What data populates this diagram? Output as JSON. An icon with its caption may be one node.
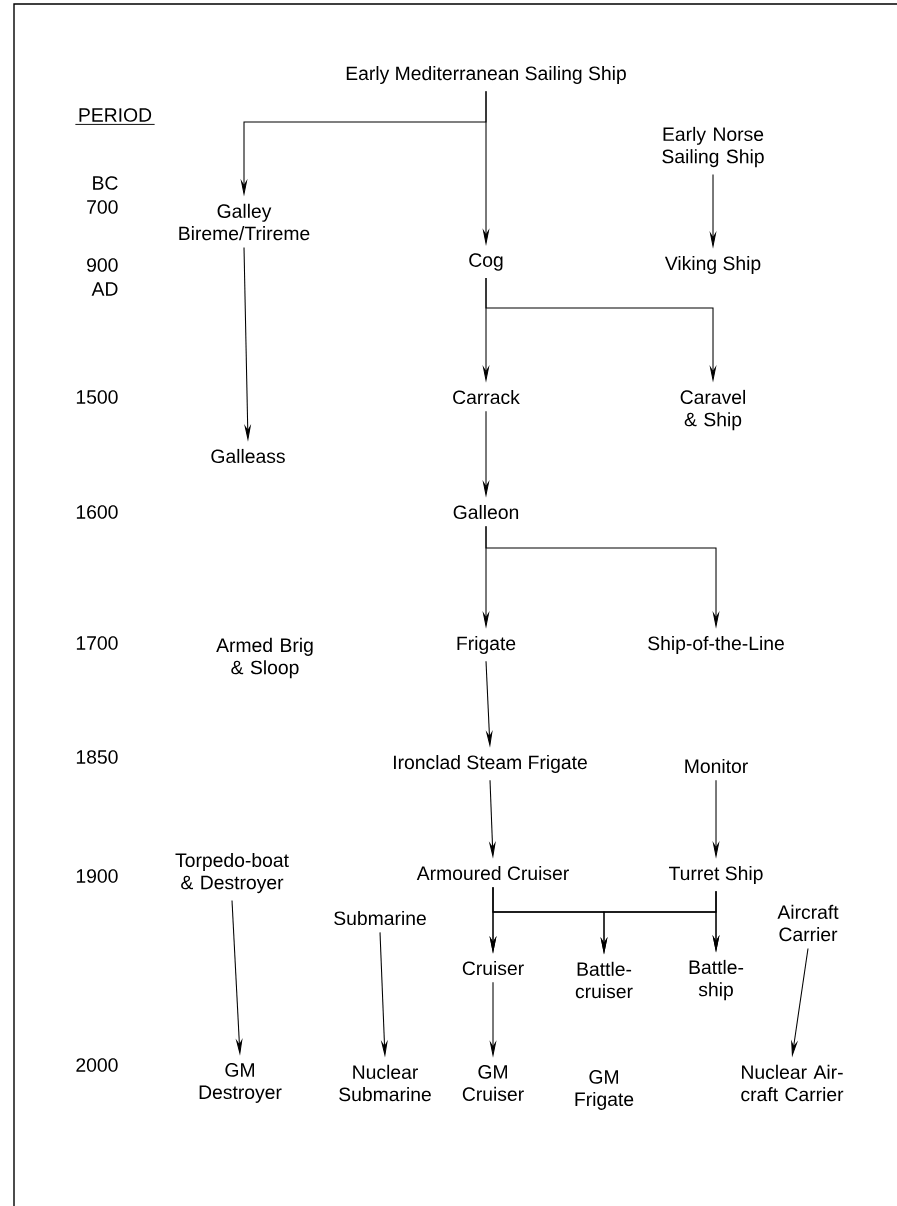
{
  "diagram": {
    "nodes": [
      {
        "text": [
          "Early Mediterranean Sailing Ship"
        ]
      },
      {
        "text": [
          "Early Norse Sailing Ship"
        ]
      },
      {
        "text": [
          "Galley Bireme/Trireme"
        ]
      },
      {
        "text": [
          "Cog"
        ]
      },
      {
        "text": [
          "Viking Ship"
        ]
      },
      {
        "text": [
          "Carrack"
        ]
      },
      {
        "text": [
          "Caravel & Ship"
        ]
      },
      {
        "text": [
          "Galleass"
        ]
      },
      {
        "text": [
          "Galleon"
        ]
      },
      {
        "text": [
          "Armed Brig & Sloop"
        ]
      },
      {
        "text": [
          "Frigate"
        ]
      },
      {
        "text": [
          "Ship-of-the-Line"
        ]
      },
      {
        "text": [
          "Ironclad Steam Frigate"
        ]
      },
      {
        "text": [
          "Monitor"
        ]
      },
      {
        "text": [
          "Torpedo-boat & Destroyer"
        ]
      },
      {
        "text": [
          "Armoured Cruiser"
        ]
      },
      {
        "text": [
          "Turret Ship"
        ]
      },
      {
        "text": [
          "Submarine"
        ]
      },
      {
        "text": [
          "Aircraft Carrier"
        ]
      },
      {
        "text": [
          "Cruiser"
        ]
      },
      {
        "text": [
          "Battle-cruiser"
        ]
      },
      {
        "text": [
          "Battle-ship"
        ]
      },
      {
        "text": [
          "GM Destroyer"
        ]
      },
      {
        "text": [
          "Nuclear Submarine"
        ]
      },
      {
        "text": [
          "GM Cruiser"
        ]
      },
      {
        "text": [
          "GM Frigate"
        ]
      },
      {
        "text": [
          "Nuclear Air-craft Carrier"
        ]
      }
    ],
    "edges": [
      {
        "from": 0,
        "to": 2,
        "arrow": "to"
      },
      {
        "from": 0,
        "to": 3,
        "arrow": "to"
      },
      {
        "from": 1,
        "to": 4,
        "arrow": "to"
      },
      {
        "from": 2,
        "to": 7,
        "arrow": "to"
      },
      {
        "from": 3,
        "to": 5,
        "arrow": "to"
      },
      {
        "from": 3,
        "to": 6,
        "arrow": "to"
      },
      {
        "from": 5,
        "to": 8,
        "arrow": "to"
      },
      {
        "from": 8,
        "to": 10,
        "arrow": "to"
      },
      {
        "from": 8,
        "to": 11,
        "arrow": "to"
      },
      {
        "from": 10,
        "to": 12,
        "arrow": "to"
      },
      {
        "from": 12,
        "to": 15,
        "arrow": "to"
      },
      {
        "from": 13,
        "to": 16,
        "arrow": "to"
      },
      {
        "from": 15,
        "to": 19,
        "arrow": "to"
      },
      {
        "from": 15,
        "to": 20,
        "arrow": "to"
      },
      {
        "from": 15,
        "to": 21,
        "arrow": "to"
      },
      {
        "from": 16,
        "to": 19,
        "arrow": "to"
      },
      {
        "from": 16,
        "to": 20,
        "arrow": "to"
      },
      {
        "from": 16,
        "to": 21,
        "arrow": "to"
      },
      {
        "from": 14,
        "to": 22,
        "arrow": "to"
      },
      {
        "from": 17,
        "to": 23,
        "arrow": "to"
      },
      {
        "from": 18,
        "to": 26,
        "arrow": "to"
      },
      {
        "from": 19,
        "to": 24,
        "arrow": "to"
      }
    ],
    "labels": [
      "PERIOD",
      "BC",
      "700",
      "900",
      "AD",
      "1500",
      "1600",
      "1700",
      "1850",
      "1900",
      "2000"
    ]
  }
}
